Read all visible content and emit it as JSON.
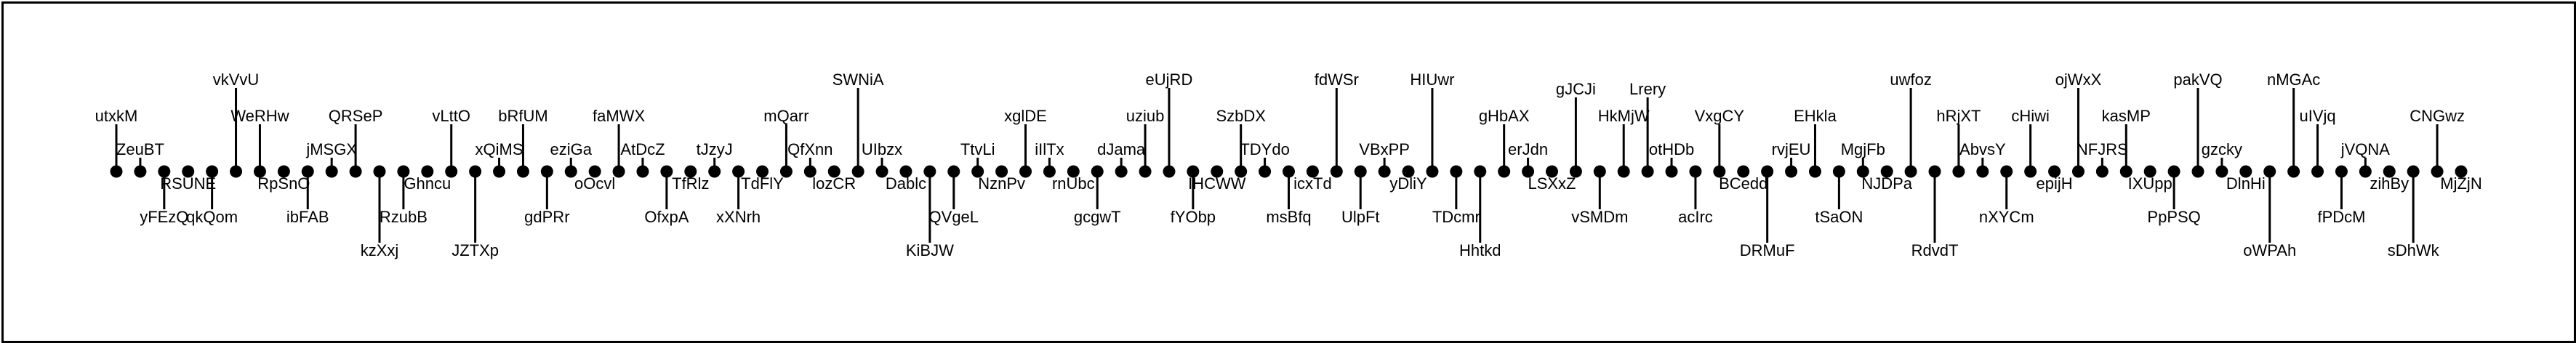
{
  "style": {
    "line_color": "#000000",
    "dot_color": "#000000",
    "background": "#ffffff"
  },
  "labels": [
    {
      "name": "utxkM",
      "dir": "up",
      "level": 2
    },
    {
      "name": "ZeuBT",
      "dir": "up",
      "level": 1
    },
    {
      "name": "yFEzQ",
      "dir": "down",
      "level": 2
    },
    {
      "name": "RSUNE",
      "dir": "down",
      "level": 1
    },
    {
      "name": "qkQom",
      "dir": "down",
      "level": 2
    },
    {
      "name": "vkVvU",
      "dir": "up",
      "level": 4
    },
    {
      "name": "WeRHw",
      "dir": "up",
      "level": 2
    },
    {
      "name": "RpSnO",
      "dir": "down",
      "level": 1
    },
    {
      "name": "ibFAB",
      "dir": "down",
      "level": 2
    },
    {
      "name": "jMSGX",
      "dir": "up",
      "level": 1
    },
    {
      "name": "QRSeP",
      "dir": "up",
      "level": 2
    },
    {
      "name": "kzXxj",
      "dir": "down",
      "level": 3
    },
    {
      "name": "RzubB",
      "dir": "down",
      "level": 2
    },
    {
      "name": "Ghncu",
      "dir": "down",
      "level": 1
    },
    {
      "name": "vLttO",
      "dir": "up",
      "level": 2
    },
    {
      "name": "JZTXp",
      "dir": "down",
      "level": 3
    },
    {
      "name": "xQiMS",
      "dir": "up",
      "level": 1
    },
    {
      "name": "bRfUM",
      "dir": "up",
      "level": 2
    },
    {
      "name": "gdPRr",
      "dir": "down",
      "level": 2
    },
    {
      "name": "eziGa",
      "dir": "up",
      "level": 1
    },
    {
      "name": "oOcvl",
      "dir": "down",
      "level": 1
    },
    {
      "name": "faMWX",
      "dir": "up",
      "level": 2
    },
    {
      "name": "AtDcZ",
      "dir": "up",
      "level": 1
    },
    {
      "name": "OfxpA",
      "dir": "down",
      "level": 2
    },
    {
      "name": "TfRlz",
      "dir": "down",
      "level": 1
    },
    {
      "name": "tJzyJ",
      "dir": "up",
      "level": 1
    },
    {
      "name": "xXNrh",
      "dir": "down",
      "level": 2
    },
    {
      "name": "TdFlY",
      "dir": "down",
      "level": 1
    },
    {
      "name": "mQarr",
      "dir": "up",
      "level": 2
    },
    {
      "name": "QfXnn",
      "dir": "up",
      "level": 1
    },
    {
      "name": "lozCR",
      "dir": "down",
      "level": 1
    },
    {
      "name": "SWNiA",
      "dir": "up",
      "level": 4
    },
    {
      "name": "UIbzx",
      "dir": "up",
      "level": 1
    },
    {
      "name": "Dablc",
      "dir": "down",
      "level": 1
    },
    {
      "name": "KiBJW",
      "dir": "down",
      "level": 3
    },
    {
      "name": "QVgeL",
      "dir": "down",
      "level": 2
    },
    {
      "name": "TtvLi",
      "dir": "up",
      "level": 1
    },
    {
      "name": "NznPv",
      "dir": "down",
      "level": 1
    },
    {
      "name": "xglDE",
      "dir": "up",
      "level": 2
    },
    {
      "name": "iIlTx",
      "dir": "up",
      "level": 1
    },
    {
      "name": "rnUbc",
      "dir": "down",
      "level": 1
    },
    {
      "name": "gcgwT",
      "dir": "down",
      "level": 2
    },
    {
      "name": "dJama",
      "dir": "up",
      "level": 1
    },
    {
      "name": "uziub",
      "dir": "up",
      "level": 2
    },
    {
      "name": "eUjRD",
      "dir": "up",
      "level": 4
    },
    {
      "name": "fYObp",
      "dir": "down",
      "level": 2
    },
    {
      "name": "IHCWW",
      "dir": "down",
      "level": 1
    },
    {
      "name": "SzbDX",
      "dir": "up",
      "level": 2
    },
    {
      "name": "TDYdo",
      "dir": "up",
      "level": 1
    },
    {
      "name": "msBfq",
      "dir": "down",
      "level": 2
    },
    {
      "name": "icxTd",
      "dir": "down",
      "level": 1
    },
    {
      "name": "fdWSr",
      "dir": "up",
      "level": 4
    },
    {
      "name": "UlpFt",
      "dir": "down",
      "level": 2
    },
    {
      "name": "VBxPP",
      "dir": "up",
      "level": 1
    },
    {
      "name": "yDliY",
      "dir": "down",
      "level": 1
    },
    {
      "name": "HIUwr",
      "dir": "up",
      "level": 4
    },
    {
      "name": "TDcmr",
      "dir": "down",
      "level": 2
    },
    {
      "name": "Hhtkd",
      "dir": "down",
      "level": 3
    },
    {
      "name": "gHbAX",
      "dir": "up",
      "level": 2
    },
    {
      "name": "erJdn",
      "dir": "up",
      "level": 1
    },
    {
      "name": "LSXxZ",
      "dir": "down",
      "level": 1
    },
    {
      "name": "gJCJi",
      "dir": "up",
      "level": 3
    },
    {
      "name": "vSMDm",
      "dir": "down",
      "level": 2
    },
    {
      "name": "HkMjW",
      "dir": "up",
      "level": 2
    },
    {
      "name": "Lrery",
      "dir": "up",
      "level": 3
    },
    {
      "name": "otHDb",
      "dir": "up",
      "level": 1
    },
    {
      "name": "acIrc",
      "dir": "down",
      "level": 2
    },
    {
      "name": "VxgCY",
      "dir": "up",
      "level": 2
    },
    {
      "name": "BCedd",
      "dir": "down",
      "level": 1
    },
    {
      "name": "DRMuF",
      "dir": "down",
      "level": 3
    },
    {
      "name": "rvjEU",
      "dir": "up",
      "level": 1
    },
    {
      "name": "EHkla",
      "dir": "up",
      "level": 2
    },
    {
      "name": "tSaON",
      "dir": "down",
      "level": 2
    },
    {
      "name": "MgjFb",
      "dir": "up",
      "level": 1
    },
    {
      "name": "NJDPa",
      "dir": "down",
      "level": 1
    },
    {
      "name": "uwfoz",
      "dir": "up",
      "level": 4
    },
    {
      "name": "RdvdT",
      "dir": "down",
      "level": 3
    },
    {
      "name": "hRjXT",
      "dir": "up",
      "level": 2
    },
    {
      "name": "AbvsY",
      "dir": "up",
      "level": 1
    },
    {
      "name": "nXYCm",
      "dir": "down",
      "level": 2
    },
    {
      "name": "cHiwi",
      "dir": "up",
      "level": 2
    },
    {
      "name": "epijH",
      "dir": "down",
      "level": 1
    },
    {
      "name": "ojWxX",
      "dir": "up",
      "level": 4
    },
    {
      "name": "NFJRS",
      "dir": "up",
      "level": 1
    },
    {
      "name": "kasMP",
      "dir": "up",
      "level": 2
    },
    {
      "name": "IXUpp",
      "dir": "down",
      "level": 1
    },
    {
      "name": "PpPSQ",
      "dir": "down",
      "level": 2
    },
    {
      "name": "pakVQ",
      "dir": "up",
      "level": 4
    },
    {
      "name": "gzcky",
      "dir": "up",
      "level": 1
    },
    {
      "name": "DlnHi",
      "dir": "down",
      "level": 1
    },
    {
      "name": "oWPAh",
      "dir": "down",
      "level": 3
    },
    {
      "name": "nMGAc",
      "dir": "up",
      "level": 4
    },
    {
      "name": "uIVjq",
      "dir": "up",
      "level": 2
    },
    {
      "name": "fPDcM",
      "dir": "down",
      "level": 2
    },
    {
      "name": "jVQNA",
      "dir": "up",
      "level": 1
    },
    {
      "name": "zihBy",
      "dir": "down",
      "level": 1
    },
    {
      "name": "sDhWk",
      "dir": "down",
      "level": 3
    },
    {
      "name": "CNGwz",
      "dir": "up",
      "level": 2
    },
    {
      "name": "MjZjN",
      "dir": "down",
      "level": 1
    }
  ]
}
